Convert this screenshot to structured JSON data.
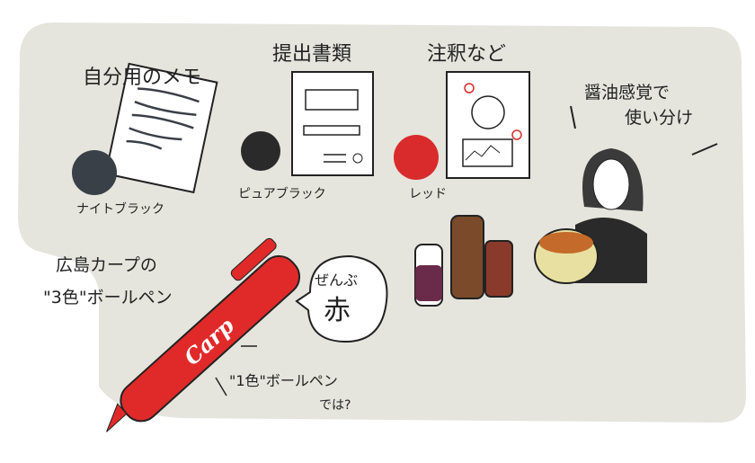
{
  "illustration": {
    "sections": [
      {
        "title": "自分用のメモ",
        "ink": "ナイトブラック",
        "color": "#3a4048"
      },
      {
        "title": "提出書類",
        "ink": "ピュアブラック",
        "color": "#2a2a2a"
      },
      {
        "title": "注釈など",
        "ink": "レッド",
        "color": "#d92b2b"
      }
    ],
    "soy_note": [
      "醤油感覚で",
      "使い分け"
    ],
    "pen_caption": [
      "広島カープの",
      "\"3色\"ボールペン"
    ],
    "pen_logo": "Carp",
    "speech_bubble": [
      "ぜんぶ",
      "赤"
    ],
    "question": [
      "\"1色\"ボールペン",
      "では?"
    ],
    "colors": {
      "background_blob": "#e5e5de",
      "pen_red": "#e02a2a"
    }
  }
}
